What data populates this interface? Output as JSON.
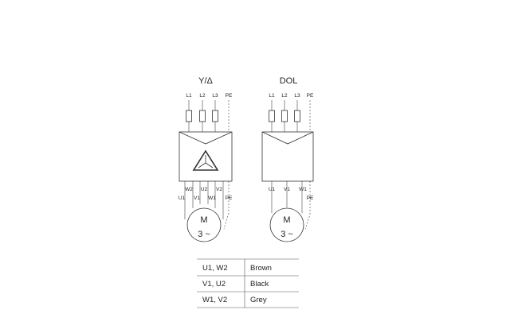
{
  "diagrams": {
    "star_delta": {
      "title": "Y/Δ",
      "supply_labels": [
        "L1",
        "L2",
        "L3",
        "PE"
      ],
      "upper_terminals": [
        "W2",
        "U2",
        "V2"
      ],
      "lower_terminals": [
        "U1",
        "V1",
        "W1",
        "PE"
      ],
      "motor_letter": "M",
      "motor_phase": "3 ~"
    },
    "dol": {
      "title": "DOL",
      "supply_labels": [
        "L1",
        "L2",
        "L3",
        "PE"
      ],
      "terminals": [
        "U1",
        "V1",
        "W1",
        "PE"
      ],
      "motor_letter": "M",
      "motor_phase": "3 ~"
    }
  },
  "wire_table": {
    "rows": [
      {
        "terminals": "U1, W2",
        "color": "Brown"
      },
      {
        "terminals": "V1, U2",
        "color": "Black"
      },
      {
        "terminals": "W1, V2",
        "color": "Grey"
      }
    ]
  }
}
